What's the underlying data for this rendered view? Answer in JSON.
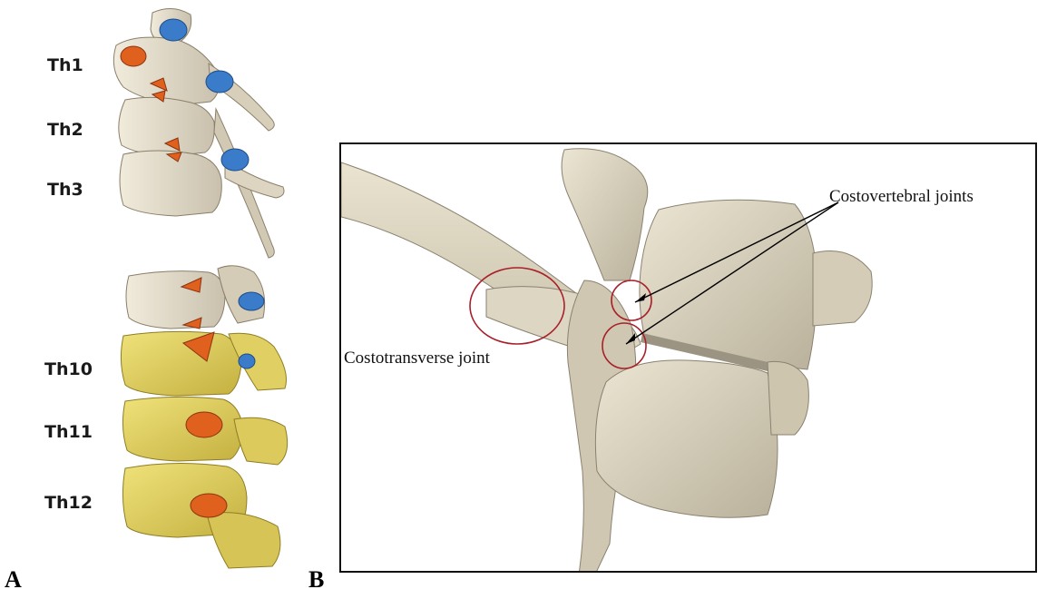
{
  "panel_a": {
    "letter": "A",
    "labels": [
      "Th1",
      "Th2",
      "Th3",
      "Th10",
      "Th11",
      "Th12"
    ]
  },
  "panel_b": {
    "letter": "B",
    "annotations": {
      "costovertebral": "Costovertebral joints",
      "costotransverse": "Costotransverse joint"
    }
  },
  "colors": {
    "bone_upper": "#e7e0cf",
    "bone_lower": "#e3d36a",
    "marker_blue": "#3a7cc9",
    "marker_orange": "#e0601e",
    "circle_red": "#a8202a"
  }
}
